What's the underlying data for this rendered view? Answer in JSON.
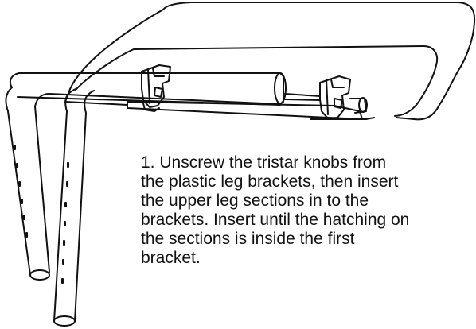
{
  "instruction": {
    "lines": [
      "1.   Unscrew the tristar knobs from",
      "the plastic leg brackets,  then insert",
      "the upper leg sections in to the",
      "brackets. Insert until the hatching on",
      "the sections is inside the first",
      "bracket."
    ]
  },
  "colors": {
    "ink": "#111111",
    "background": "#ffffff"
  }
}
